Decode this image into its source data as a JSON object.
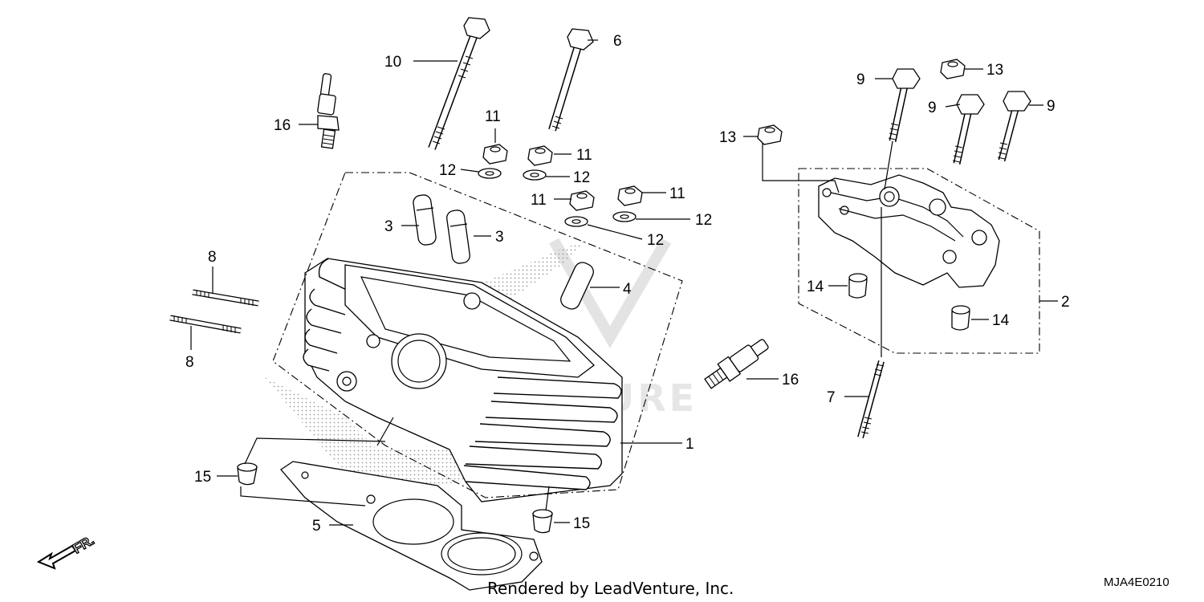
{
  "callouts": {
    "c1": "1",
    "c2": "2",
    "c3a": "3",
    "c3b": "3",
    "c4": "4",
    "c5": "5",
    "c6": "6",
    "c7": "7",
    "c8a": "8",
    "c8b": "8",
    "c9a": "9",
    "c9b": "9",
    "c9c": "9",
    "c10": "10",
    "c11a": "11",
    "c11b": "11",
    "c11c": "11",
    "c11d": "11",
    "c12a": "12",
    "c12b": "12",
    "c12c": "12",
    "c12d": "12",
    "c13a": "13",
    "c13b": "13",
    "c14a": "14",
    "c14b": "14",
    "c15a": "15",
    "c15b": "15",
    "c16a": "16",
    "c16b": "16"
  },
  "front_marker": "FR.",
  "watermark": "VENTURE",
  "footer": {
    "credit": "Rendered by LeadVenture, Inc.",
    "diagram_code": "MJA4E0210"
  }
}
